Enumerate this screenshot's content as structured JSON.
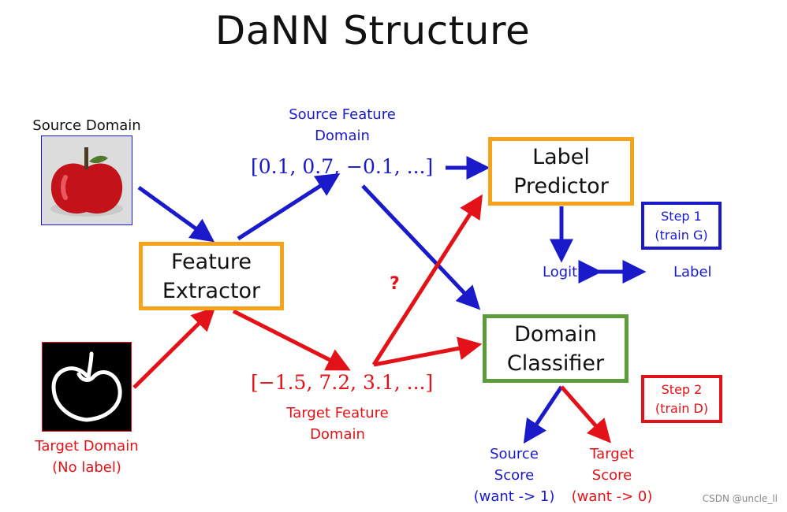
{
  "title": "DaNN Structure",
  "source_domain": {
    "label": "Source Domain"
  },
  "target_domain": {
    "label_line1": "Target Domain",
    "label_line2": "(No label)"
  },
  "feature_extractor": {
    "line1": "Feature",
    "line2": "Extractor"
  },
  "source_feature": {
    "label_line1": "Source Feature",
    "label_line2": "Domain",
    "vector": "[0.1, 0.7, −0.1, ...]"
  },
  "target_feature": {
    "label_line1": "Target Feature",
    "label_line2": "Domain",
    "vector": "[−1.5, 7.2, 3.1, ...]"
  },
  "label_predictor": {
    "line1": "Label",
    "line2": "Predictor"
  },
  "domain_classifier": {
    "line1": "Domain",
    "line2": "Classifier"
  },
  "question_mark": "?",
  "logit": "Logit",
  "label": "Label",
  "step1": {
    "line1": "Step 1",
    "line2": "(train G)"
  },
  "step2": {
    "line1": "Step 2",
    "line2": "(train D)"
  },
  "source_score": {
    "line1": "Source",
    "line2": "Score",
    "line3": "(want -> 1)"
  },
  "target_score": {
    "line1": "Target",
    "line2": "Score",
    "line3": "(want -> 0)"
  },
  "watermark": "CSDN @uncle_ll",
  "colors": {
    "blue": "#1a1acb",
    "red": "#e31218",
    "orange": "#f5a31b",
    "green": "#5c9c3a"
  },
  "icons": {
    "source_image": "apple-photo-icon",
    "target_image": "apple-sketch-icon"
  }
}
